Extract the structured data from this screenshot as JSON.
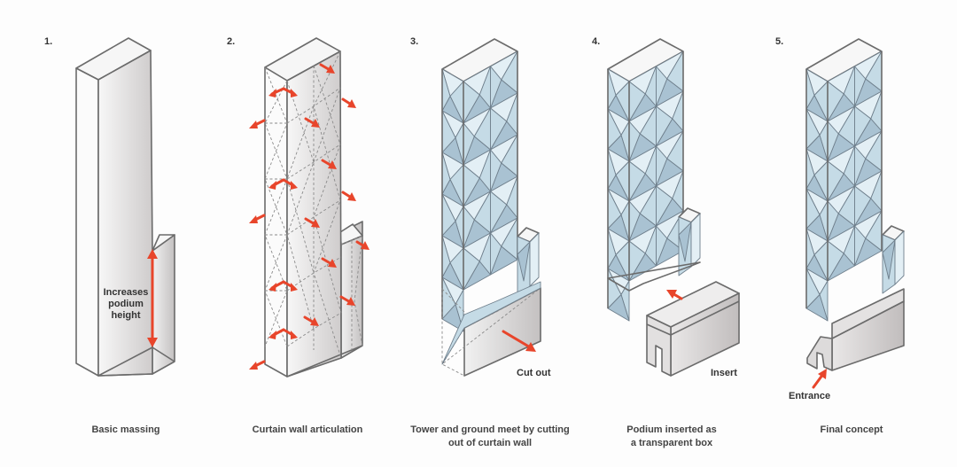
{
  "diagram": {
    "title": "Tower design evolution",
    "steps": [
      {
        "number": "1.",
        "caption": [
          "Basic massing"
        ],
        "annotations": [
          "Increases",
          "podium",
          "height"
        ]
      },
      {
        "number": "2.",
        "caption": [
          "Curtain wall articulation"
        ],
        "annotations": []
      },
      {
        "number": "3.",
        "caption": [
          "Tower and ground meet by cutting",
          "out of curtain wall"
        ],
        "annotations": [
          "Cut out"
        ]
      },
      {
        "number": "4.",
        "caption": [
          "Podium inserted as",
          "a transparent box"
        ],
        "annotations": [
          "Insert"
        ]
      },
      {
        "number": "5.",
        "caption": [
          "Final concept"
        ],
        "annotations": [
          "Entrance"
        ]
      }
    ],
    "colors": {
      "arrow": "#e8452b",
      "glass_light": "#e3eff5",
      "glass_mid": "#c5dbe6",
      "glass_dark": "#a9c2d2",
      "solid_light": "#f4f4f4",
      "solid_shade": "#d0cece",
      "edge": "#6b6b6b"
    }
  }
}
